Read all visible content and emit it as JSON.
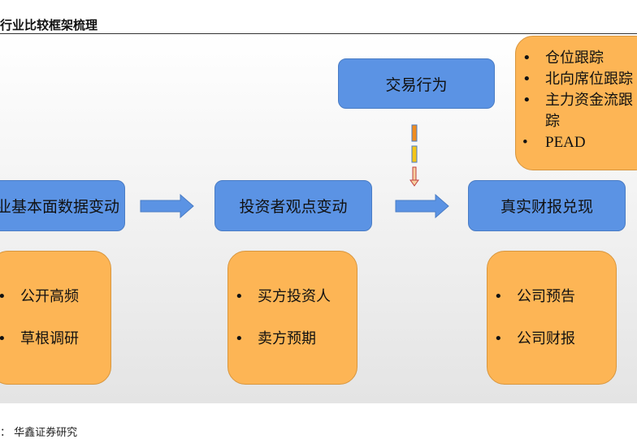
{
  "title": "行业比较框架梳理",
  "boxes": {
    "trading": "交易行为",
    "fundamental": "业基本面数据变动",
    "opinion": "投资者观点变动",
    "earnings": "真实财报兑现"
  },
  "notes": {
    "trading": [
      "仓位跟踪",
      "北向席位跟踪",
      "主力资金流跟踪",
      "PEAD"
    ],
    "fundamental": [
      "公开高频",
      "草根调研"
    ],
    "opinion": [
      "买方投资人",
      "卖方预期"
    ],
    "earnings": [
      "公司预告",
      "公司财报"
    ]
  },
  "colors": {
    "blue": "#5b93e4",
    "orange": "#fdb555"
  },
  "source": "：  华鑫证券研究"
}
